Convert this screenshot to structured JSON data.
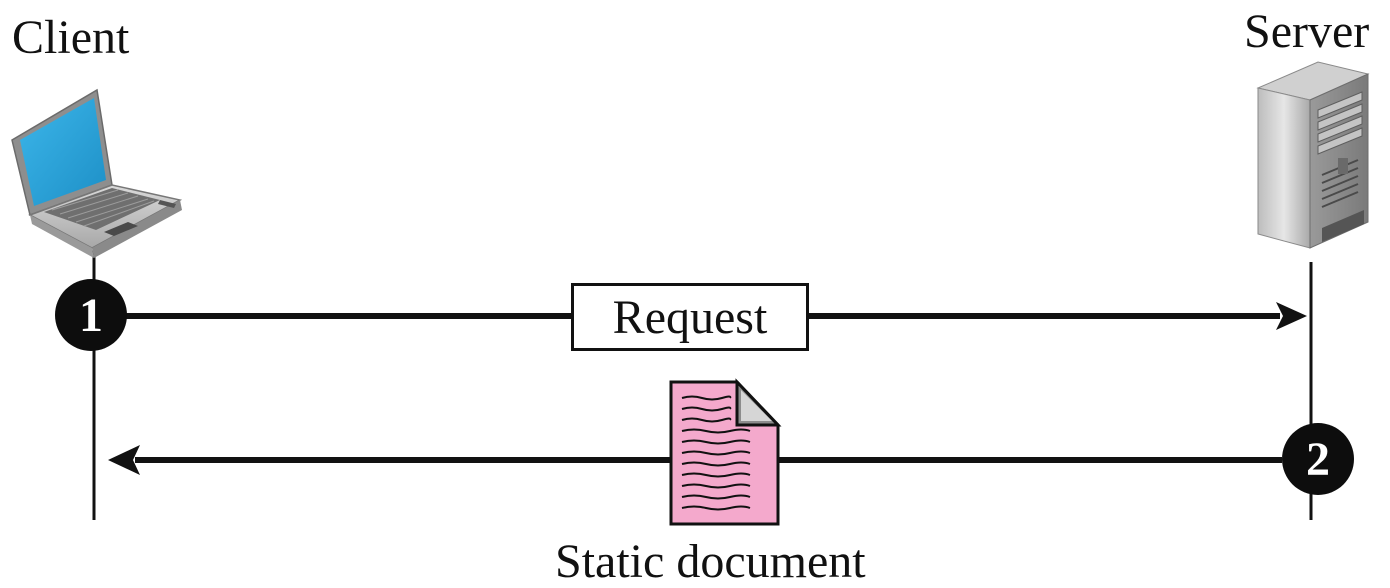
{
  "participants": {
    "client_label": "Client",
    "server_label": "Server"
  },
  "steps": [
    {
      "number": "1",
      "message": "Request",
      "direction": "client-to-server"
    },
    {
      "number": "2",
      "message": "Static document",
      "direction": "server-to-client"
    }
  ],
  "colors": {
    "line": "#111111",
    "badge": "#0d0d0d",
    "document_fill": "#f4a9cc",
    "laptop_screen": "#29a8e0"
  },
  "icons": {
    "client": "laptop-icon",
    "server": "server-tower-icon",
    "payload": "document-icon"
  }
}
